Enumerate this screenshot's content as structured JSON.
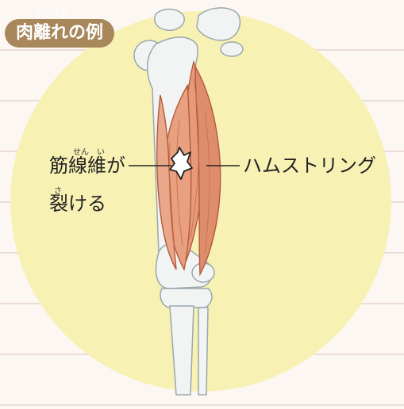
{
  "title": {
    "text": "肉離れの例",
    "ruby": "にくばな"
  },
  "labels": {
    "tear_line1": "筋線維が",
    "tear_line1_ruby": "せん　い",
    "tear_line2": "裂ける",
    "tear_line2_ruby": "さ",
    "hamstring": "ハムストリング"
  },
  "colors": {
    "badge": "#a8875b",
    "circle": "#f8f1b4",
    "muscle": "#e79a7a",
    "bone": "#f2f4f4"
  }
}
